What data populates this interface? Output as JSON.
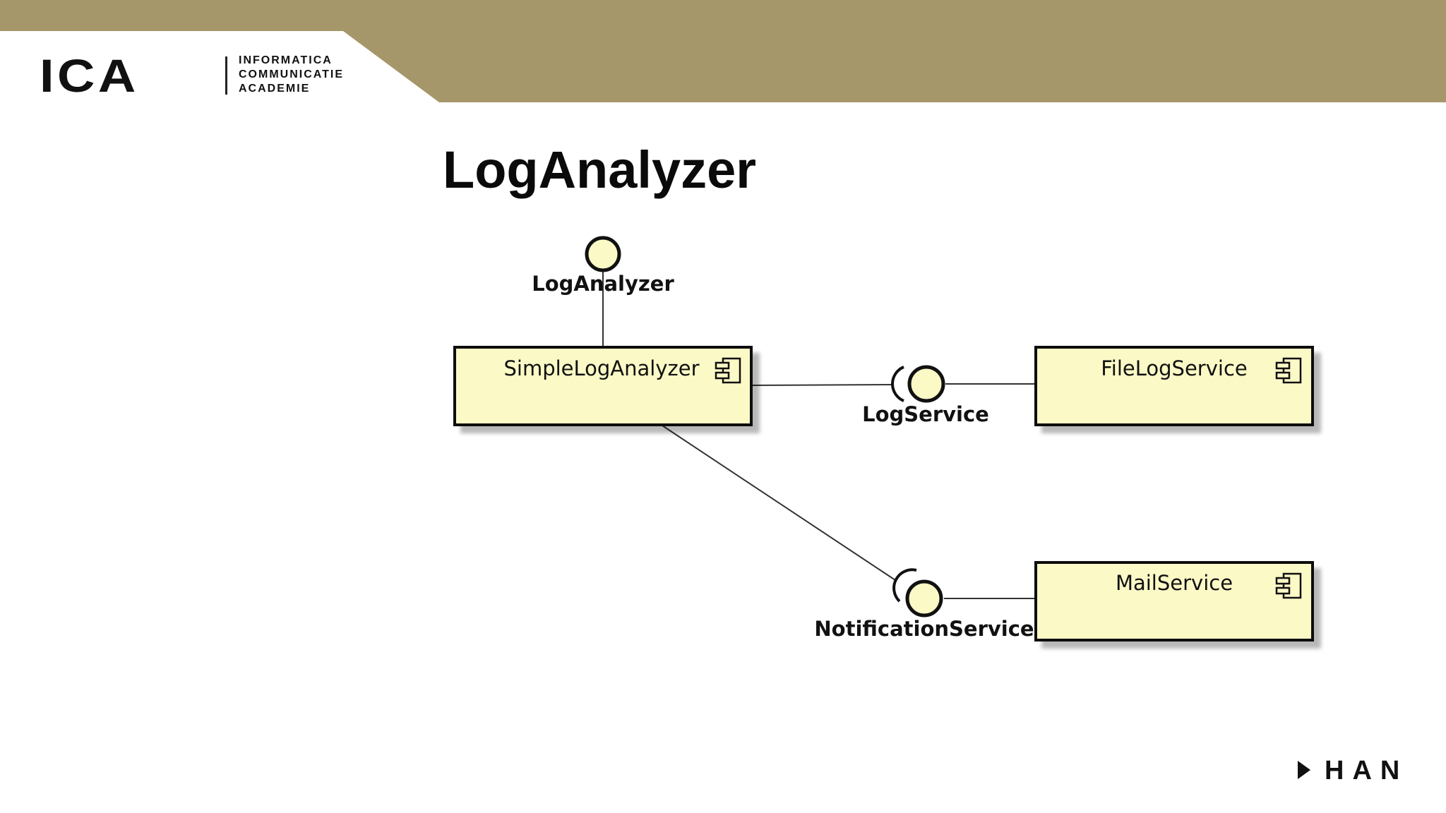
{
  "header": {
    "logo_mark": "ICA",
    "logo_lines": [
      "INFORMATICA",
      "COMMUNICATIE",
      "ACADEMIE"
    ],
    "banner_color": "#a6976a"
  },
  "slide": {
    "title": "LogAnalyzer"
  },
  "diagram": {
    "type": "UML component diagram",
    "component_fill": "#fbf9c6",
    "components": [
      {
        "id": "simple-log-analyzer",
        "label": "SimpleLogAnalyzer"
      },
      {
        "id": "file-log-service",
        "label": "FileLogService"
      },
      {
        "id": "mail-service",
        "label": "MailService"
      }
    ],
    "interfaces": [
      {
        "id": "log-analyzer",
        "label": "LogAnalyzer",
        "provided_by": "simple-log-analyzer"
      },
      {
        "id": "log-service",
        "label": "LogService",
        "provided_by": "file-log-service",
        "required_by": "simple-log-analyzer"
      },
      {
        "id": "notification-service",
        "label": "NotificationService",
        "provided_by": "mail-service",
        "required_by": "simple-log-analyzer"
      }
    ]
  },
  "footer": {
    "brand": "HAN"
  }
}
